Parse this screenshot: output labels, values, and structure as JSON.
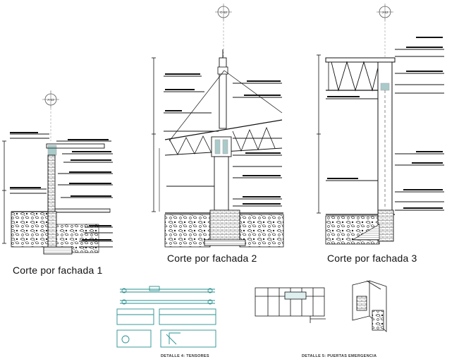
{
  "sections": [
    {
      "id": "s1",
      "title": "Corte por fachada 1",
      "axis_tag": "A-12"
    },
    {
      "id": "s2",
      "title": "Corte por fachada 2",
      "axis_tag": "C-12"
    },
    {
      "id": "s3",
      "title": "Corte por fachada 3",
      "axis_tag": "J-12"
    }
  ],
  "details": [
    {
      "id": "d4",
      "caption": "DETALLE 4: TENSORES"
    },
    {
      "id": "d5",
      "caption": "DETALLE 5: PUERTAS EMERGENCIA"
    }
  ],
  "colors": {
    "line": "#1a1a1a",
    "detail_accent": "#2a8f8f",
    "hatch": "#333333",
    "background": "#ffffff"
  }
}
